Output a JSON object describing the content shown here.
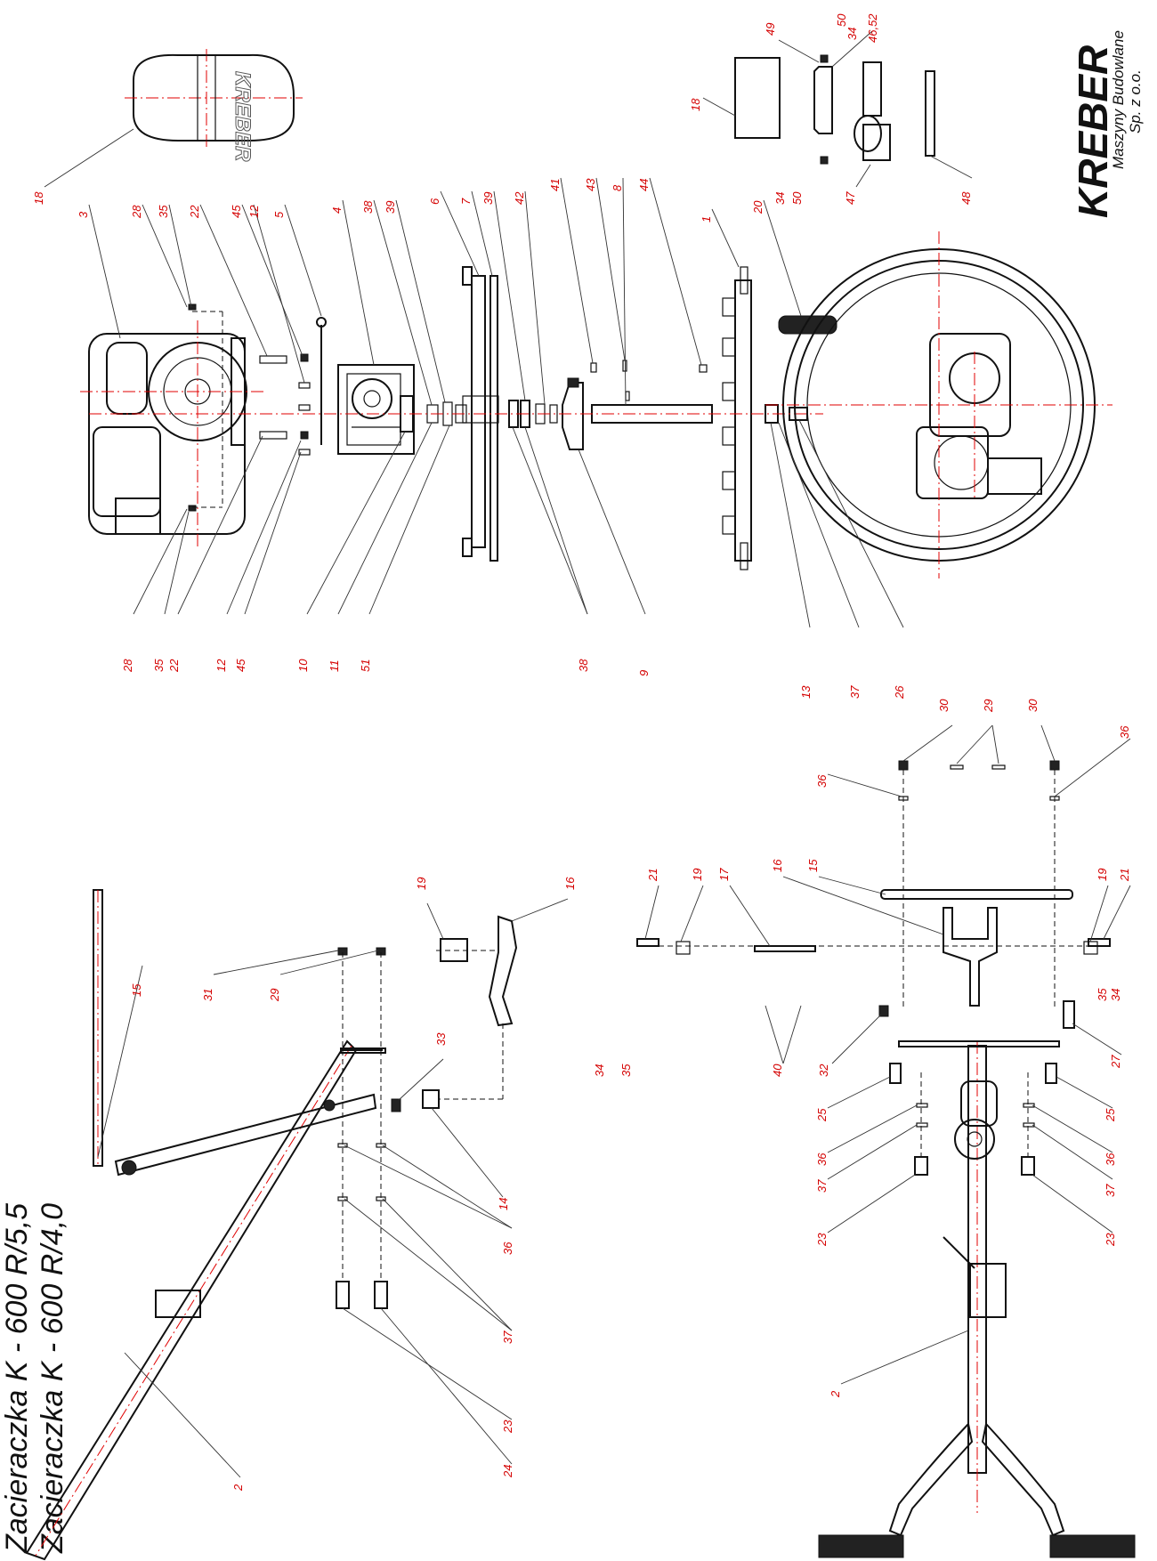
{
  "title": {
    "line1": "Zacieraczka    K - 600 R/5,5",
    "line2": "Zacieraczka    K - 600 R/4,0"
  },
  "brand": {
    "name": "KREBER",
    "sub1": "Maszyny Budowlane",
    "sub2": "Sp. z o.o."
  },
  "guard_logo": "KREBER",
  "callouts": {
    "c18a": "18",
    "c3": "3",
    "c28a": "28",
    "c35a": "35",
    "c22a": "22",
    "c45a": "45",
    "c12a": "12",
    "c5": "5",
    "c4": "4",
    "c38a": "38",
    "c39a": "39",
    "c6": "6",
    "c7": "7",
    "c39b": "39",
    "c42": "42",
    "c41": "41",
    "c43": "43",
    "c8": "8",
    "c44": "44",
    "c1": "1",
    "c20": "20",
    "c34a": "34",
    "c50a": "50",
    "c47": "47",
    "c48": "48",
    "c18b": "18",
    "c49": "49",
    "c50b": "50",
    "c34b": "34",
    "c4652": "46,52",
    "c28b": "28",
    "c35b": "35",
    "c22b": "22",
    "c12b": "12",
    "c45b": "45",
    "c10": "10",
    "c11": "11",
    "c51": "51",
    "c38b": "38",
    "c9": "9",
    "c13": "13",
    "c37a": "37",
    "c26": "26",
    "c15a": "15",
    "c31": "31",
    "c29a": "29",
    "c19a": "19",
    "c16a": "16",
    "c33": "33",
    "c14": "14",
    "c36a": "36",
    "c37b": "37",
    "c23a": "23",
    "c24": "24",
    "c2a": "2",
    "c30a": "30",
    "c29b": "29",
    "c30b": "30",
    "c36b": "36",
    "c36c": "36",
    "c21a": "21",
    "c19b": "19",
    "c17": "17",
    "c16b": "16",
    "c15b": "15",
    "c19c": "19",
    "c21b": "21",
    "c34c": "34",
    "c35c": "35",
    "c35d": "35",
    "c34d": "34",
    "c40": "40",
    "c32": "32",
    "c27": "27",
    "c25a": "25",
    "c25b": "25",
    "c36d": "36",
    "c37c": "37",
    "c23b": "23",
    "c36e": "36",
    "c37d": "37",
    "c23c": "23",
    "c2b": "2"
  },
  "colors": {
    "callout": "#d40000",
    "axis": "#e00000",
    "line": "#111111"
  }
}
